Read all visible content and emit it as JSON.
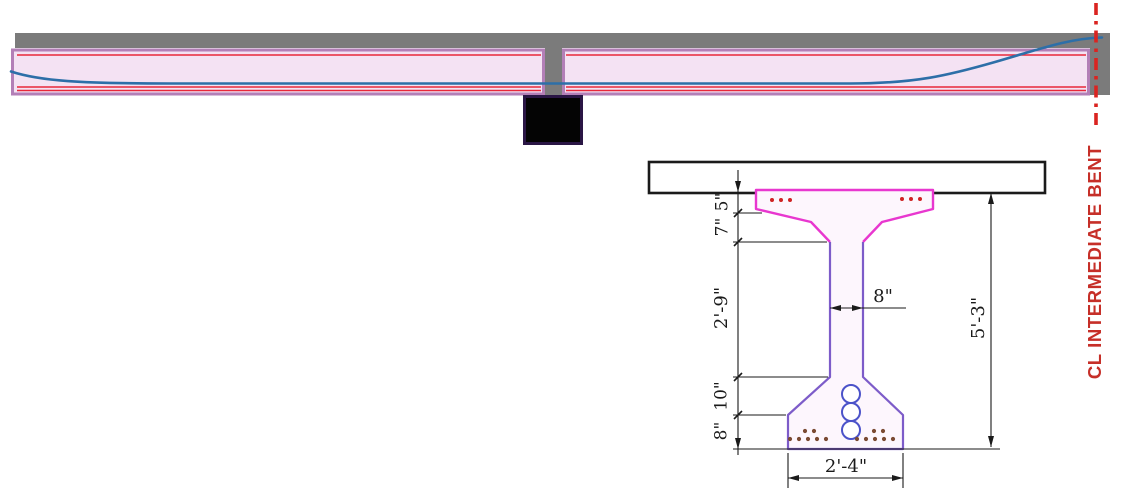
{
  "elevation": {
    "cl_label": "CL INTERMEDIATE BENT"
  },
  "section": {
    "dim_top_edge": "5\"",
    "dim_top_taper": "7\"",
    "dim_web_height": "2'-9\"",
    "dim_bottom_flare": "10\"",
    "dim_bottom_edge": "8\"",
    "dim_web_width": "8\"",
    "dim_overall_height": "5'-3\"",
    "dim_bottom_width": "2'-4\""
  },
  "colors": {
    "slab_gray": "#7b7b7b",
    "girder_fill": "#f4e2f3",
    "girder_border": "#b37fb7",
    "rebar_red": "#e8273a",
    "tendon_blue": "#2d6fa8",
    "cl_red": "#da2420",
    "cl_text_red": "#c62f28",
    "section_top_outline": "#e837cf",
    "section_web_outline": "#7d5cc9",
    "duct_blue": "#4b52c9",
    "strand_brown": "#7b4a33",
    "strand_red": "#cf2323",
    "dim_black": "#1a1a1a"
  }
}
